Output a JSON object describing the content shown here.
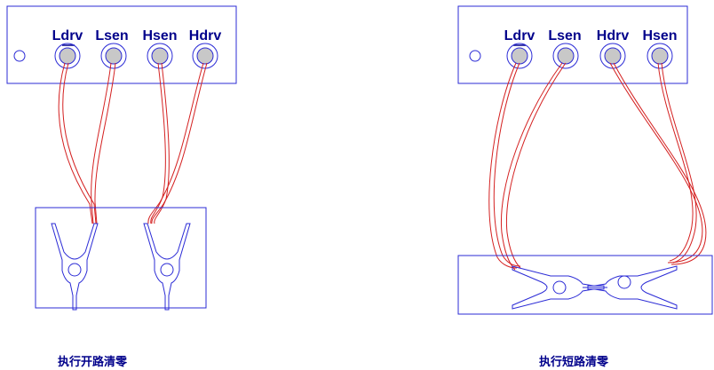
{
  "colors": {
    "outline": "#2b2bd6",
    "label": "#00008b",
    "wire": "#d42020",
    "terminal_fill": "#c8c8c8",
    "background": "#ffffff"
  },
  "left_panel": {
    "terminals": [
      "Ldrv",
      "Lsen",
      "Hsen",
      "Hdrv"
    ],
    "caption": "执行开路清零"
  },
  "right_panel": {
    "terminals": [
      "Ldrv",
      "Lsen",
      "Hdrv",
      "Hsen"
    ],
    "caption": "执行短路清零"
  }
}
